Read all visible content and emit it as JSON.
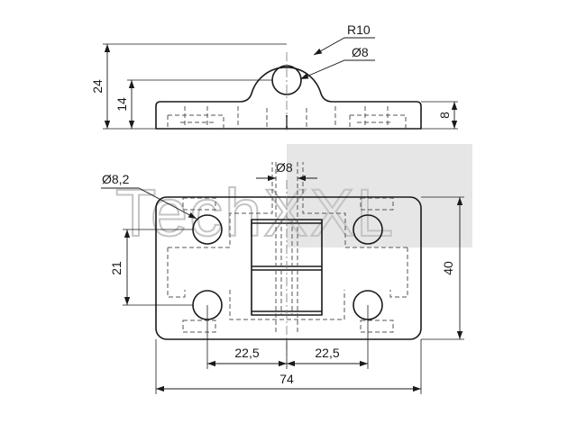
{
  "watermark": "TechXXL",
  "side_view": {
    "dimensions": {
      "radius": "R10",
      "pin_diameter": "Ø8",
      "total_height": "24",
      "axis_height": "14",
      "plate_thickness": "8"
    }
  },
  "top_view": {
    "dimensions": {
      "hole_diameter": "Ø8,2",
      "pin_diameter": "Ø8",
      "hole_spacing_vertical": "21",
      "width": "40",
      "hole_offset_left": "22,5",
      "hole_offset_right": "22,5",
      "length": "74"
    }
  }
}
